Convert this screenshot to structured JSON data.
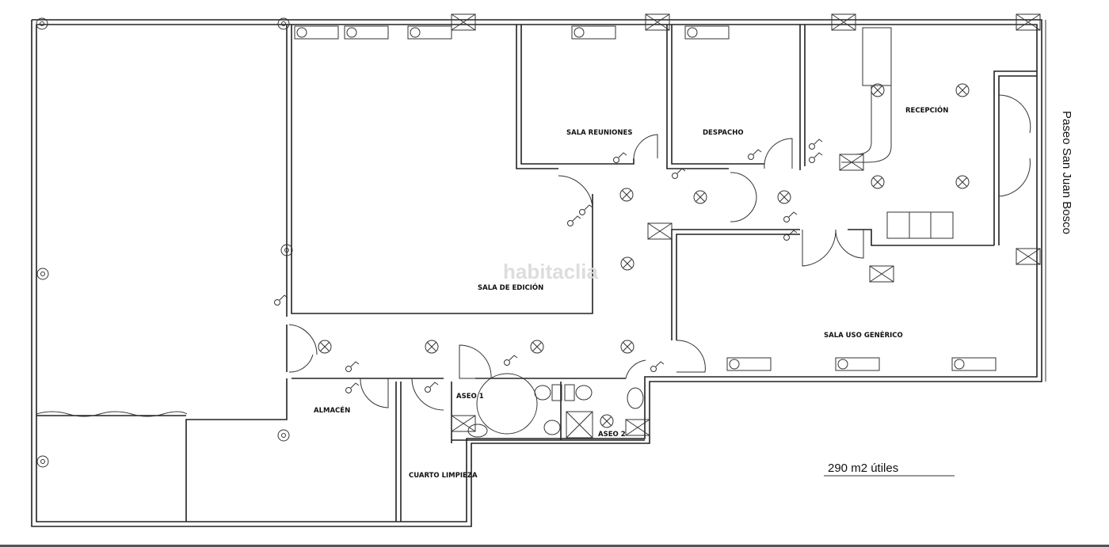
{
  "plan": {
    "rooms": {
      "sala_reuniones": "SALA REUNIONES",
      "despacho": "DESPACHO",
      "recepcion": "RECEPCIÓN",
      "sala_edicion": "SALA DE EDICIÓN",
      "sala_uso_generico": "SALA USO GENÉRICO",
      "almacen": "ALMACÉN",
      "cuarto_limpieza": "CUARTO LIMPIEZA",
      "aseo1": "ASEO 1",
      "aseo2": "ASEO 2"
    },
    "area": "290 m2 útiles",
    "street": "Paseo San Juan Bosco",
    "watermark": "habitaclia"
  }
}
